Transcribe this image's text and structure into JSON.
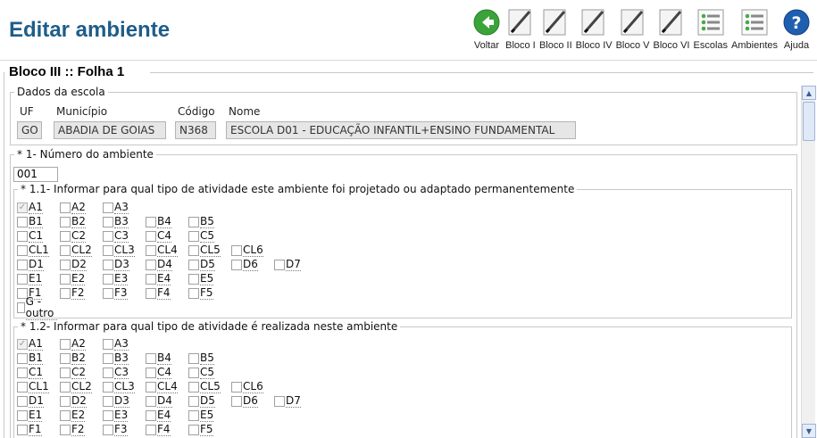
{
  "header": {
    "title": "Editar ambiente",
    "toolbar": [
      {
        "label": "Voltar",
        "icon": "back-arrow-icon"
      },
      {
        "label": "Bloco I",
        "icon": "pencil-icon"
      },
      {
        "label": "Bloco II",
        "icon": "pencil-icon"
      },
      {
        "label": "Bloco IV",
        "icon": "pencil-icon"
      },
      {
        "label": "Bloco V",
        "icon": "pencil-icon"
      },
      {
        "label": "Bloco VI",
        "icon": "pencil-icon"
      },
      {
        "label": "Escolas",
        "icon": "list-icon"
      },
      {
        "label": "Ambientes",
        "icon": "list-icon"
      },
      {
        "label": "Ajuda",
        "icon": "help-icon"
      }
    ]
  },
  "bloco_title": "Bloco III :: Folha 1",
  "dados": {
    "legend": "Dados da escola",
    "uf_label": "UF",
    "municipio_label": "Município",
    "codigo_label": "Código",
    "nome_label": "Nome",
    "uf": "GO",
    "municipio": "ABADIA DE GOIAS",
    "codigo": "N368",
    "nome": "ESCOLA D01 - EDUCAÇÃO INFANTIL+ENSINO FUNDAMENTAL"
  },
  "numero": {
    "legend": "* 1- Número do ambiente",
    "value": "001"
  },
  "q11": {
    "legend": "* 1.1- Informar para qual tipo de atividade este ambiente foi projetado ou adaptado permanentemente",
    "rows": [
      [
        "A1",
        "A2",
        "A3"
      ],
      [
        "B1",
        "B2",
        "B3",
        "B4",
        "B5"
      ],
      [
        "C1",
        "C2",
        "C3",
        "C4",
        "C5"
      ],
      [
        "CL1",
        "CL2",
        "CL3",
        "CL4",
        "CL5",
        "CL6"
      ],
      [
        "D1",
        "D2",
        "D3",
        "D4",
        "D5",
        "D6",
        "D7"
      ],
      [
        "E1",
        "E2",
        "E3",
        "E4",
        "E5"
      ],
      [
        "F1",
        "F2",
        "F3",
        "F4",
        "F5"
      ],
      [
        "G - outro"
      ]
    ],
    "checked": [
      "A1"
    ]
  },
  "q12": {
    "legend": "* 1.2- Informar para qual tipo de atividade é realizada neste ambiente",
    "rows": [
      [
        "A1",
        "A2",
        "A3"
      ],
      [
        "B1",
        "B2",
        "B3",
        "B4",
        "B5"
      ],
      [
        "C1",
        "C2",
        "C3",
        "C4",
        "C5"
      ],
      [
        "CL1",
        "CL2",
        "CL3",
        "CL4",
        "CL5",
        "CL6"
      ],
      [
        "D1",
        "D2",
        "D3",
        "D4",
        "D5",
        "D6",
        "D7"
      ],
      [
        "E1",
        "E2",
        "E3",
        "E4",
        "E5"
      ],
      [
        "F1",
        "F2",
        "F3",
        "F4",
        "F5"
      ]
    ],
    "checked": [
      "A1"
    ]
  },
  "colors": {
    "title": "#1f5d8a",
    "back_icon": "#3aa33a",
    "help_icon": "#1f5fb0"
  }
}
